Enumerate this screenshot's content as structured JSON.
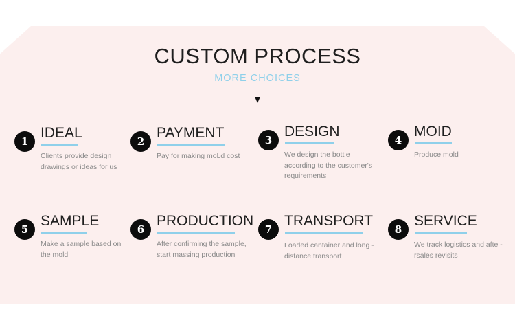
{
  "header": {
    "title": "CUSTOM PROCESS",
    "subtitle": "MORE CHOICES"
  },
  "steps": [
    {
      "number": "1",
      "name": "IDEAL",
      "desc": "Clients provide design drawings or ideas for us"
    },
    {
      "number": "2",
      "name": "PAYMENT",
      "desc": "Pay for making moLd cost"
    },
    {
      "number": "3",
      "name": "DESIGN",
      "desc": "We design the bottle according to the customer's requirements"
    },
    {
      "number": "4",
      "name": "MOID",
      "desc": "Produce mold"
    },
    {
      "number": "5",
      "name": "SAMPLE",
      "desc": "Make a sample based on the mold"
    },
    {
      "number": "6",
      "name": "PRODUCTION",
      "desc": "After confirming the sample, start massing production"
    },
    {
      "number": "7",
      "name": "TRANSPORT",
      "desc": "Loaded cantainer and long -distance transport"
    },
    {
      "number": "8",
      "name": "SERVICE",
      "desc": "We track logistics and afte -rsales revisits"
    }
  ],
  "colors": {
    "panel_background": "#fcefee",
    "accent_blue": "#8fd0ea",
    "number_circle": "#0c0c0c"
  }
}
